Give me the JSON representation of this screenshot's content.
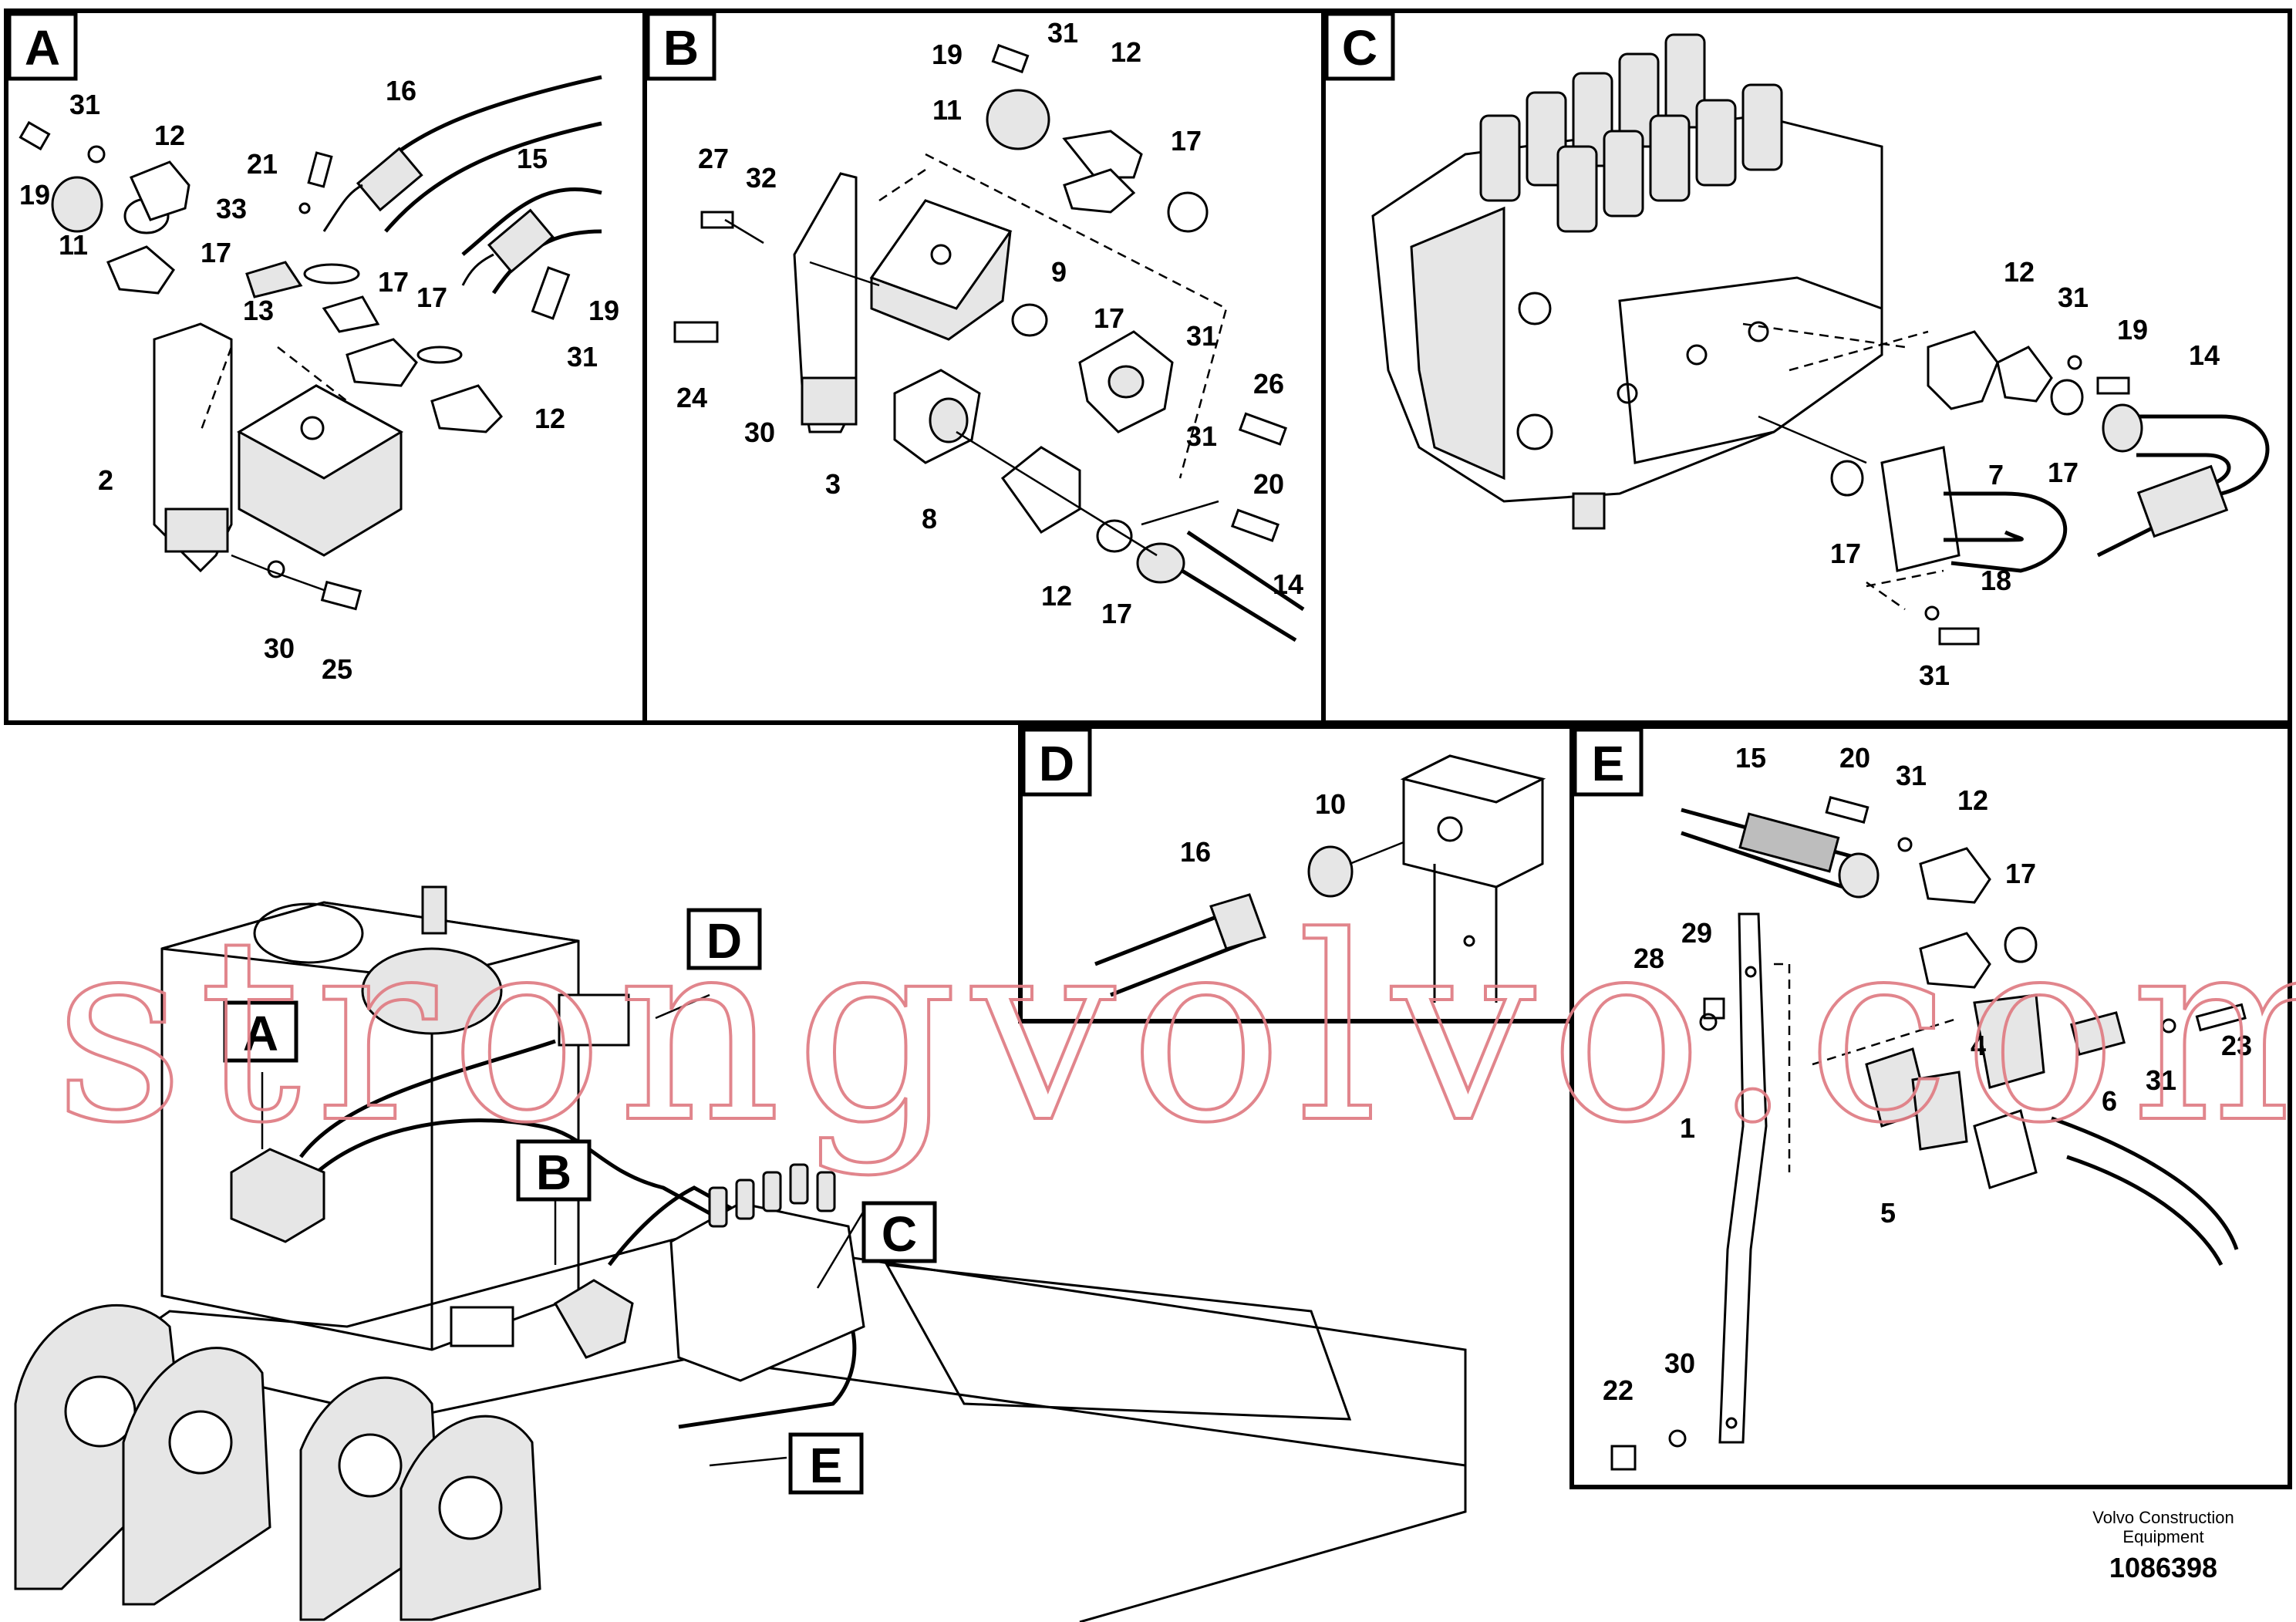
{
  "panels": {
    "A": {
      "label": "A",
      "callouts": [
        "31",
        "12",
        "16",
        "15",
        "19",
        "21",
        "33",
        "17",
        "11",
        "17",
        "13",
        "17",
        "19",
        "31",
        "2",
        "12",
        "30",
        "25"
      ]
    },
    "B": {
      "label": "B",
      "callouts": [
        "19",
        "31",
        "12",
        "11",
        "17",
        "27",
        "32",
        "9",
        "17",
        "31",
        "26",
        "24",
        "30",
        "3",
        "31",
        "20",
        "8",
        "12",
        "17",
        "14"
      ]
    },
    "C": {
      "label": "C",
      "callouts": [
        "12",
        "31",
        "19",
        "14",
        "7",
        "17",
        "17",
        "18",
        "31"
      ]
    },
    "D": {
      "label": "D",
      "callouts": [
        "10",
        "16"
      ]
    },
    "E": {
      "label": "E",
      "callouts": [
        "15",
        "20",
        "31",
        "12",
        "17",
        "28",
        "29",
        "4",
        "6",
        "31",
        "23",
        "1",
        "5",
        "22",
        "30"
      ]
    }
  },
  "overview_tags": [
    "A",
    "B",
    "C",
    "D",
    "E"
  ],
  "watermark": "strongvolvo.com",
  "footer": {
    "company_line1": "Volvo Construction",
    "company_line2": "Equipment",
    "drawing_number": "1086398"
  }
}
